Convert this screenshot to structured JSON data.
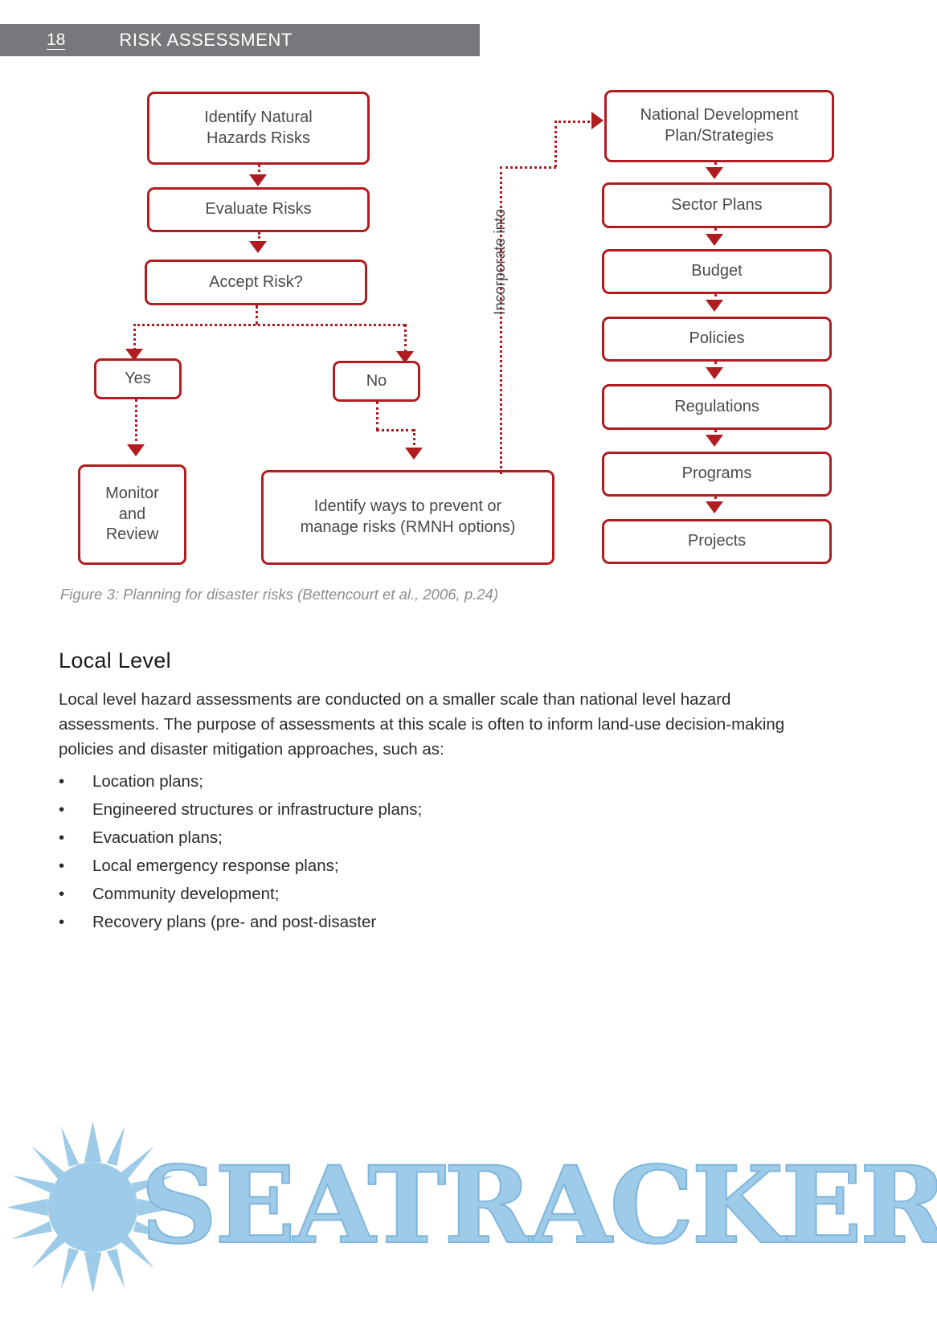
{
  "header": {
    "page_number": "18",
    "title": "RISK ASSESSMENT",
    "bar_color": "#77787b"
  },
  "figure": {
    "accent_color": "#b01c20",
    "caption": "Figure 3: Planning for disaster risks (Bettencourt et al., 2006, p.24)",
    "connector_label": "Incorporate into",
    "left_flow": [
      {
        "id": "identify-natural-hazards-risks",
        "line1": "Identify Natural",
        "line2": "Hazards Risks"
      },
      {
        "id": "evaluate-risks",
        "line1": "Evaluate Risks",
        "line2": ""
      },
      {
        "id": "accept-risk",
        "line1": "Accept Risk?",
        "line2": ""
      }
    ],
    "branches": [
      {
        "id": "yes",
        "label": "Yes"
      },
      {
        "id": "no",
        "label": "No"
      }
    ],
    "outcomes": [
      {
        "id": "monitor-and-review",
        "line1": "Monitor",
        "line2": "and",
        "line3": "Review"
      },
      {
        "id": "identify-ways",
        "line1": "Identify ways to prevent or",
        "line2": "manage risks (RMNH options)"
      }
    ],
    "right_flow": [
      {
        "id": "national-development-plan",
        "line1": "National Development",
        "line2": "Plan/Strategies"
      },
      {
        "id": "sector-plans",
        "line1": "Sector Plans",
        "line2": ""
      },
      {
        "id": "budget",
        "line1": "Budget",
        "line2": ""
      },
      {
        "id": "policies",
        "line1": "Policies",
        "line2": ""
      },
      {
        "id": "regulations",
        "line1": "Regulations",
        "line2": ""
      },
      {
        "id": "programs",
        "line1": "Programs",
        "line2": ""
      },
      {
        "id": "projects",
        "line1": "Projects",
        "line2": ""
      }
    ]
  },
  "section": {
    "heading": "Local Level",
    "paragraph": "Local level hazard assessments are conducted on a smaller scale than national level hazard assessments. The purpose of assessments at this scale is often to inform land-use decision-making policies and disaster mitigation approaches, such as:",
    "bullet_marker": "•",
    "bullets": [
      "Location plans;",
      "Engineered structures or infrastructure plans;",
      "Evacuation plans;",
      "Local emergency response plans;",
      "Community development;",
      "Recovery plans (pre- and post-disaster"
    ]
  },
  "watermark": {
    "text": "SEATRACKER.RU",
    "color": "#9ecbe8",
    "logo": "sun-starburst-icon"
  }
}
